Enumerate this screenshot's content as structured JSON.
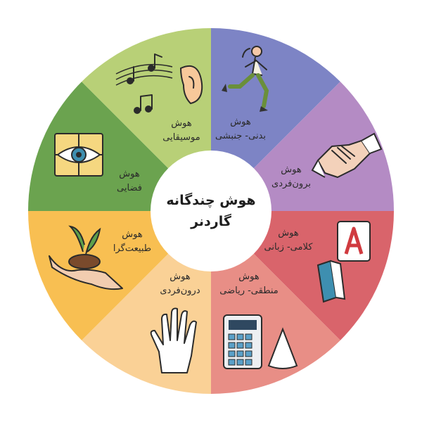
{
  "center": {
    "line1": "هوش چندگانه",
    "line2": "گاردنر"
  },
  "segments": [
    {
      "key": "bodily",
      "line1": "هوش",
      "line2": "بدنی- جنبشی",
      "color": "#7D84C5",
      "icon": "running-person-icon"
    },
    {
      "key": "interpersonal",
      "line1": "هوش",
      "line2": "برون‌فردی",
      "color": "#B48BC4",
      "icon": "handshake-icon"
    },
    {
      "key": "linguistic",
      "line1": "هوش",
      "line2": "کلامی- زبانی",
      "color": "#D9646B",
      "icon": "letter-book-icon"
    },
    {
      "key": "logical",
      "line1": "هوش",
      "line2": "منطقی- ریاضی",
      "color": "#E88E86",
      "icon": "calculator-icon"
    },
    {
      "key": "intrapersonal",
      "line1": "هوش",
      "line2": "درون‌فردی",
      "color": "#FAD196",
      "icon": "hand-icon"
    },
    {
      "key": "naturalist",
      "line1": "هوش",
      "line2": "طبیعت‌گرا",
      "color": "#F8BF52",
      "icon": "plant-in-hand-icon"
    },
    {
      "key": "spatial",
      "line1": "هوش",
      "line2": "فضایی",
      "color": "#6BA34F",
      "icon": "eye-puzzle-icon"
    },
    {
      "key": "musical",
      "line1": "هوش",
      "line2": "موسیقایی",
      "color": "#B8D077",
      "icon": "music-notes-ear-icon"
    }
  ]
}
